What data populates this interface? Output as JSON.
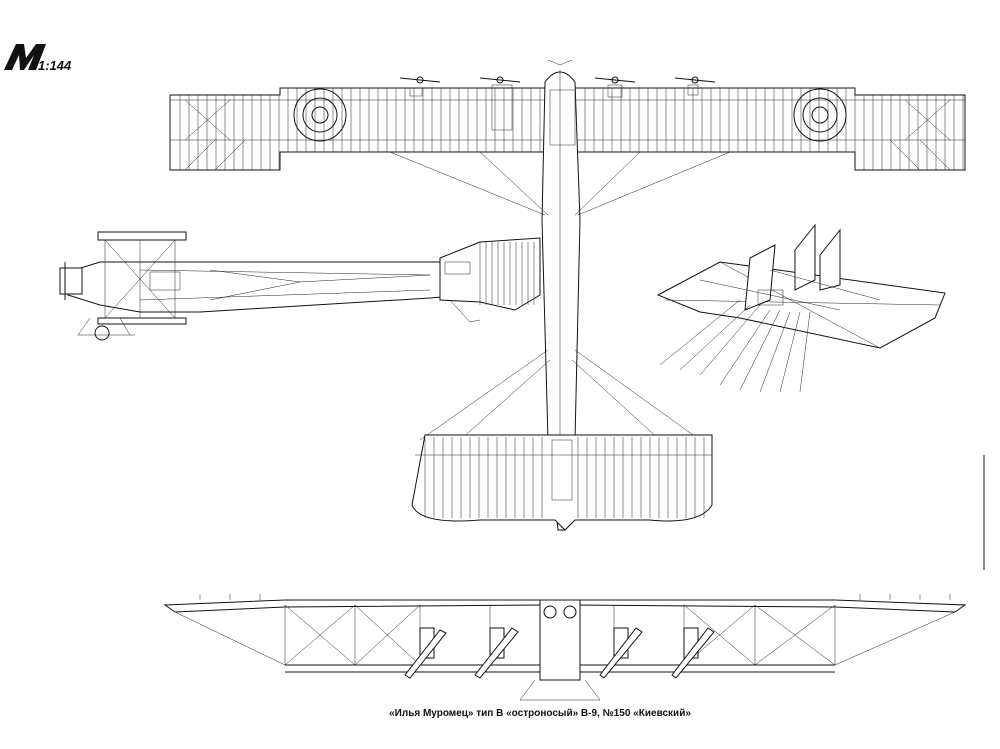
{
  "logo": {
    "letter": "M",
    "scale_text": "1:144"
  },
  "caption": "«Илья Муромец» тип В «остроносый» В-9, №150 «Киевский»",
  "views": {
    "top": "top-view",
    "side": "side-view",
    "isometric": "isometric-view",
    "front": "front-view"
  },
  "colors": {
    "line": "#111111",
    "paper": "#ffffff"
  }
}
